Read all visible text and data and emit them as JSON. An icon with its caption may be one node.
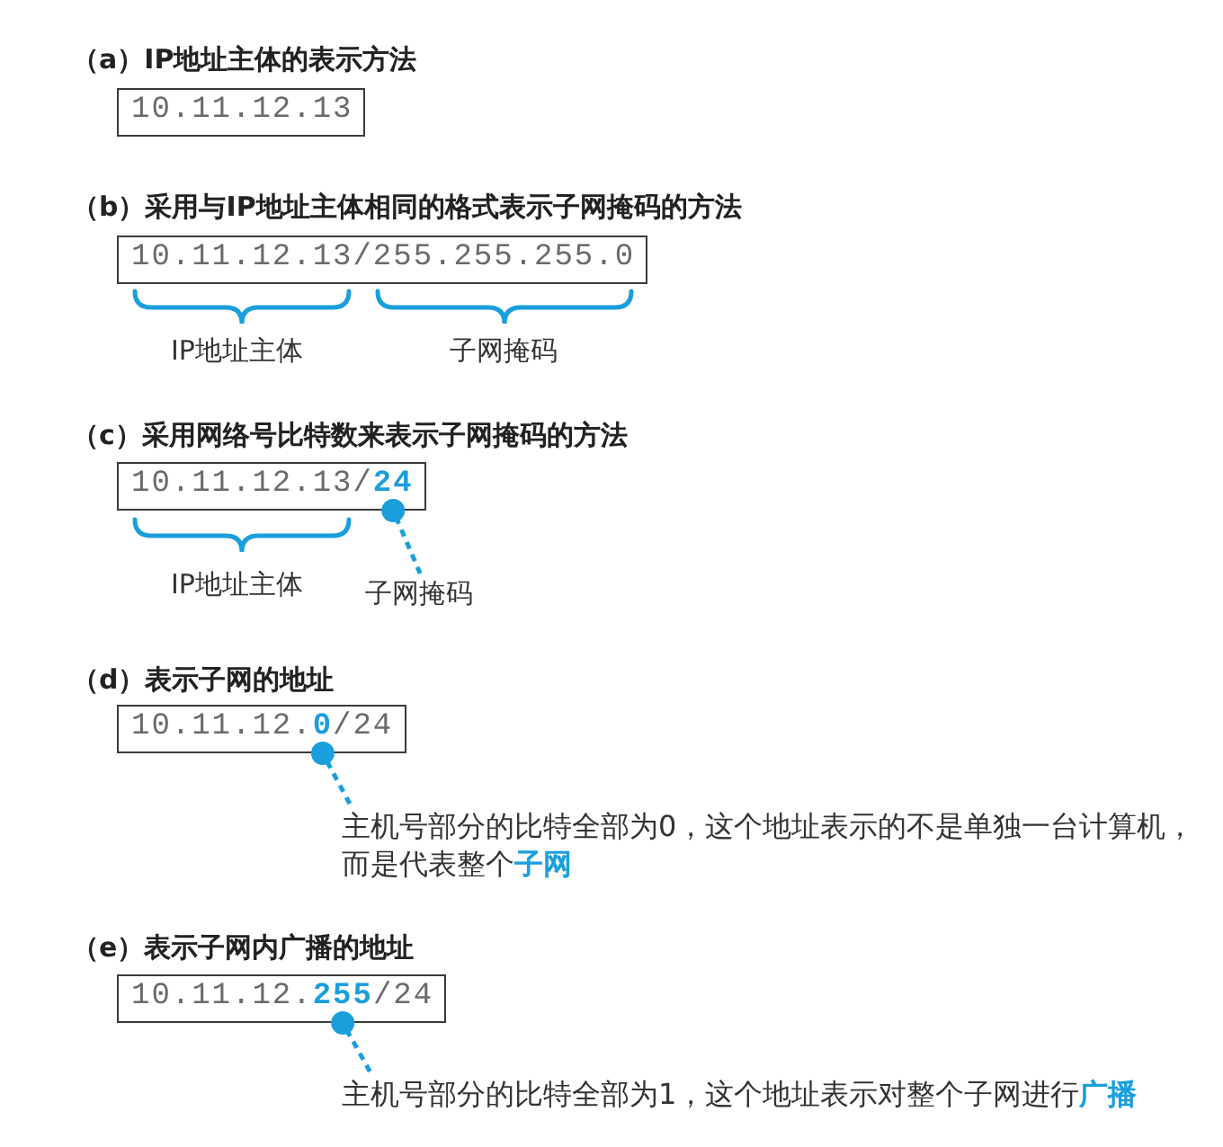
{
  "diagram": {
    "nodes": [
      {
        "text": [
          "10.11.12.13"
        ]
      },
      {
        "text": [
          "10.11.12.13/255.255.255.0"
        ]
      },
      {
        "text": [
          "10.11.12.13/**24**"
        ]
      },
      {
        "text": [
          "子网掩码"
        ]
      },
      {
        "text": [
          "10.11.12.**0**/24"
        ]
      },
      {
        "text": [
          "主机号部分的比特全部为0，这个地址表示的不是单独一台计算机，而是代表整个**子网**"
        ]
      },
      {
        "text": [
          "10.11.12.**255**/24"
        ]
      },
      {
        "text": [
          "主机号部分的比特全部为1，这个地址表示对整个子网进行**广播**"
        ]
      }
    ],
    "edges": [
      {
        "from": 3,
        "to": 2,
        "arrow": "other",
        "style": "dashed"
      },
      {
        "from": 5,
        "to": 4,
        "arrow": "other",
        "style": "dashed"
      },
      {
        "from": 7,
        "to": 6,
        "arrow": "other",
        "style": "dashed"
      }
    ],
    "labels": [
      "（a）IP地址主体的表示方法",
      "（b）采用与IP地址主体相同的格式表示子网掩码的方法",
      "IP地址主体",
      "子网掩码",
      "（c）采用网络号比特数来表示子网掩码的方法",
      "IP地址主体",
      "（d）表示子网的地址",
      "（e）表示子网内广播的地址"
    ]
  }
}
